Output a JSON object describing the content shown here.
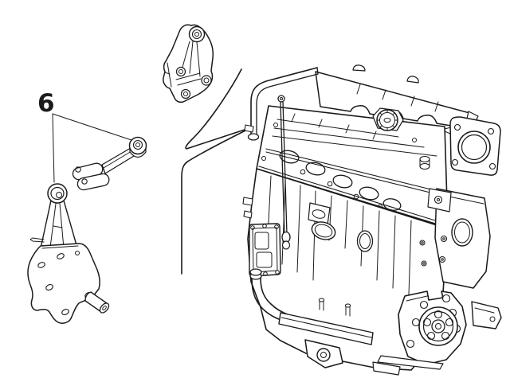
{
  "colors": {
    "background": "#ffffff",
    "line": "#1b1b1b"
  },
  "callout": {
    "label": "6"
  },
  "figures": [
    {
      "name": "engine-mount-bracket-upper"
    },
    {
      "name": "torque-reaction-rod"
    },
    {
      "name": "engine-mount-bracket-lower-with-pin"
    },
    {
      "name": "pointer-arrow"
    },
    {
      "name": "engine-assembly"
    }
  ]
}
